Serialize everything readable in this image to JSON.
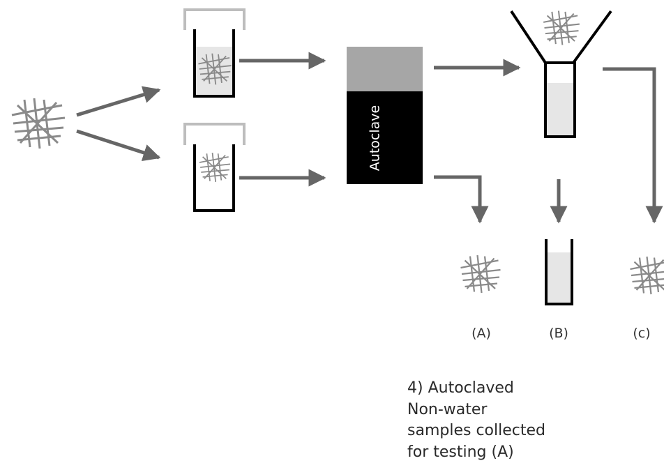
{
  "autoclave": {
    "label": "Autoclave"
  },
  "outputs": [
    {
      "label": "(A)"
    },
    {
      "label": "(B)"
    },
    {
      "label": "(c)"
    }
  ],
  "caption": {
    "lines": [
      "4) Autoclaved",
      "Non-water",
      "samples collected",
      "for testing  (A)"
    ]
  },
  "colors": {
    "arrow": "#666666",
    "mesh": "#8a8a8a",
    "liquid": "#e6e6e6",
    "lid": "#bdbdbd",
    "autoclave_top": "#a6a6a6",
    "autoclave_body": "#000000"
  }
}
